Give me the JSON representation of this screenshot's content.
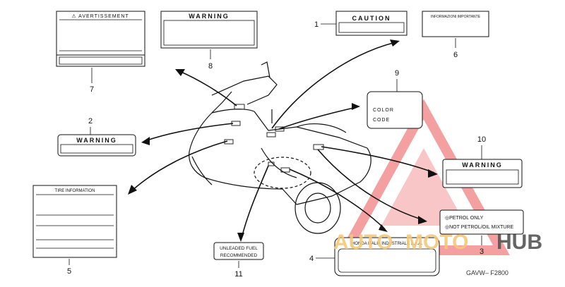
{
  "diagram": {
    "drawing_code": "GAVW– F2800",
    "watermark": {
      "brand_part1": "AUTO",
      "brand_part2": "MOTO",
      "brand_part3": "HUB",
      "triangle_color": "#f08080",
      "text_color_1": "#f5c878",
      "text_color_2": "#555555"
    },
    "labels": [
      {
        "id": "1",
        "callout": "1",
        "texts": [
          "CAUTION"
        ]
      },
      {
        "id": "2",
        "callout": "2",
        "texts": [
          "WARNING"
        ]
      },
      {
        "id": "3",
        "callout": "3",
        "texts": [
          "◎PETROL ONLY",
          "◎NOT PETROL/OIL MIXTURE"
        ]
      },
      {
        "id": "4",
        "callout": "4",
        "texts": [
          "HONDA ITALIA INDUSTRIALE S.p.A."
        ]
      },
      {
        "id": "5",
        "callout": "5",
        "texts": [
          "TIRE INFORMATION"
        ]
      },
      {
        "id": "6",
        "callout": "6",
        "texts": [
          "INFORMAZIONI IMPORTANTE"
        ]
      },
      {
        "id": "7",
        "callout": "7",
        "texts": [
          "⚠ AVERTISSEMENT"
        ]
      },
      {
        "id": "8",
        "callout": "8",
        "texts": [
          "WARNING"
        ]
      },
      {
        "id": "9",
        "callout": "9",
        "texts": [
          "COLOR",
          "CODE"
        ]
      },
      {
        "id": "10",
        "callout": "10",
        "texts": [
          "WARNING"
        ]
      },
      {
        "id": "11",
        "callout": "11",
        "texts": [
          "UNLEADED FUEL",
          "RECOMMENDED"
        ]
      }
    ]
  }
}
